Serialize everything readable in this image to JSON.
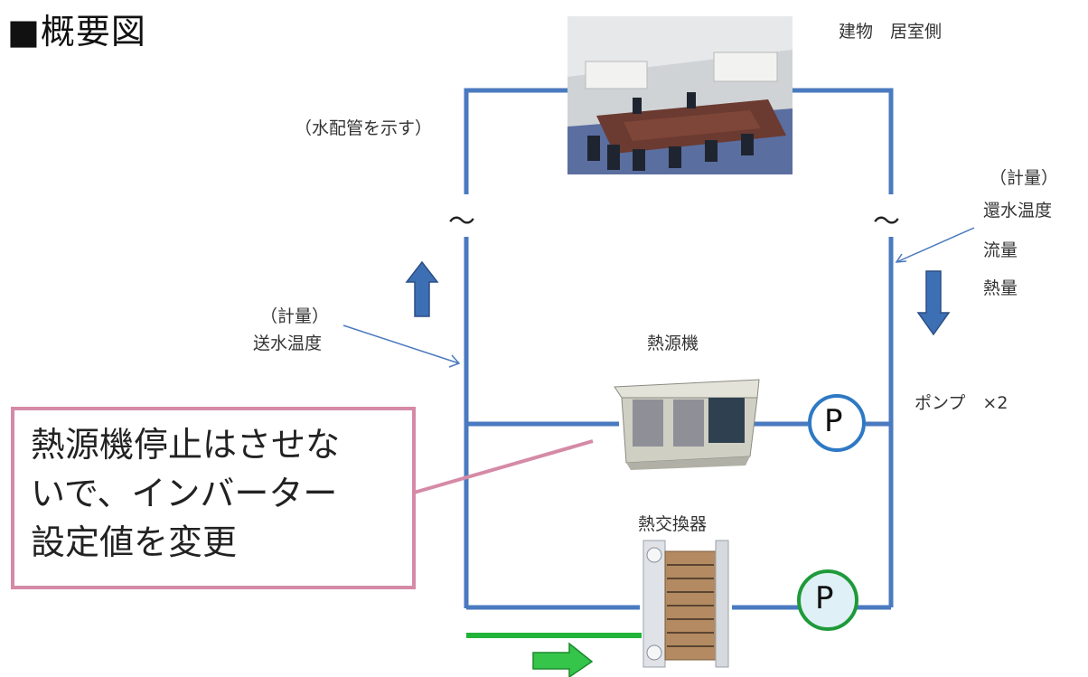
{
  "title": "■概要図",
  "building_label": "建物　居室側",
  "pipe_note": "（水配管を示す）",
  "tilde": "～",
  "return_meter": {
    "head": "（計量）",
    "line1": "還水温度",
    "line2": "流量",
    "line3": "熱量"
  },
  "supply_meter": {
    "head": "（計量）",
    "line1": "送水温度"
  },
  "heat_source_label": "熱源機",
  "heat_exchanger_label": "熱交換器",
  "pump_label": "ポンプ　×2",
  "pump_symbol": "P",
  "callout": {
    "line1": "熱源機停止はさせな",
    "line2": "いで、インバーター",
    "line3": "設定値を変更"
  },
  "colors": {
    "pipe": "#4a7abf",
    "arrow_blue": "#3d6fb5",
    "callout_border": "#d58aa6",
    "pump1_ring": "#2e79c4",
    "pump2_ring": "#1f9a3a",
    "green_arrow": "#22b33a"
  }
}
